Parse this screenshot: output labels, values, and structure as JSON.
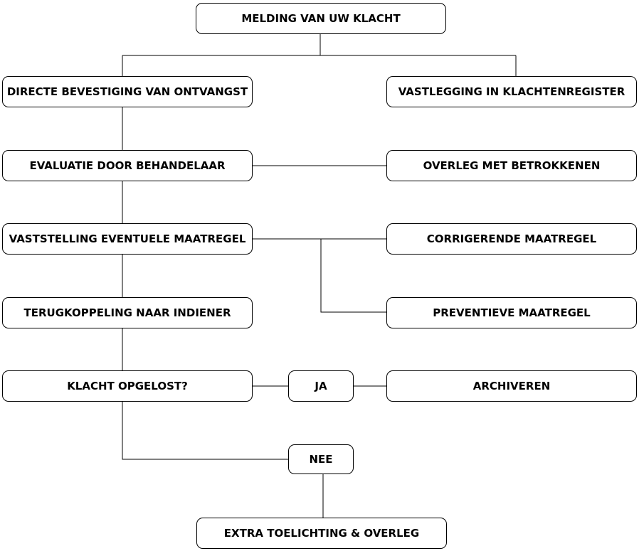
{
  "nodes": {
    "melding": "MELDING VAN UW KLACHT",
    "bevestiging": "DIRECTE BEVESTIGING VAN ONTVANGST",
    "vastlegging": "VASTLEGGING IN KLACHTENREGISTER",
    "evaluatie": "EVALUATIE DOOR BEHANDELAAR",
    "overleg": "OVERLEG MET BETROKKENEN",
    "vaststelling": "VASTSTELLING EVENTUELE MAATREGEL",
    "corrigerend": "CORRIGERENDE MAATREGEL",
    "preventief": "PREVENTIEVE MAATREGEL",
    "terugkoppeling": "TERUGKOPPELING NAAR INDIENER",
    "opgelost": "KLACHT OPGELOST?",
    "ja": "JA",
    "archiveren": "ARCHIVEREN",
    "nee": "NEE",
    "extra": "EXTRA TOELICHTING & OVERLEG"
  }
}
